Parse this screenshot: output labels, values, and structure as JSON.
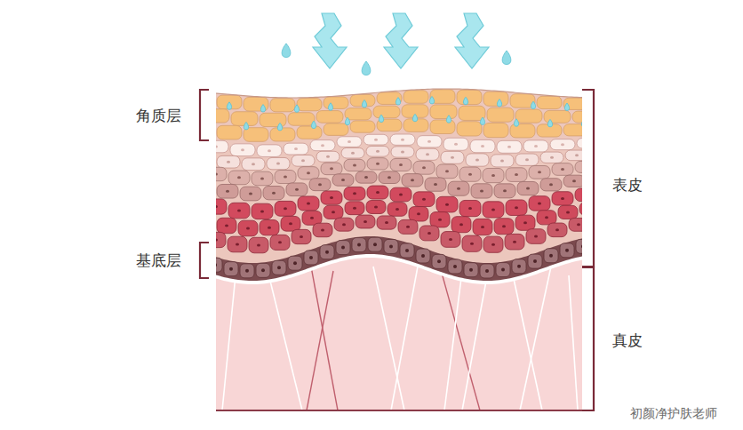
{
  "diagram": {
    "labels": [
      "角质层",
      "表皮",
      "基底层",
      "真皮",
      "初颜净护肤老师"
    ]
  }
}
